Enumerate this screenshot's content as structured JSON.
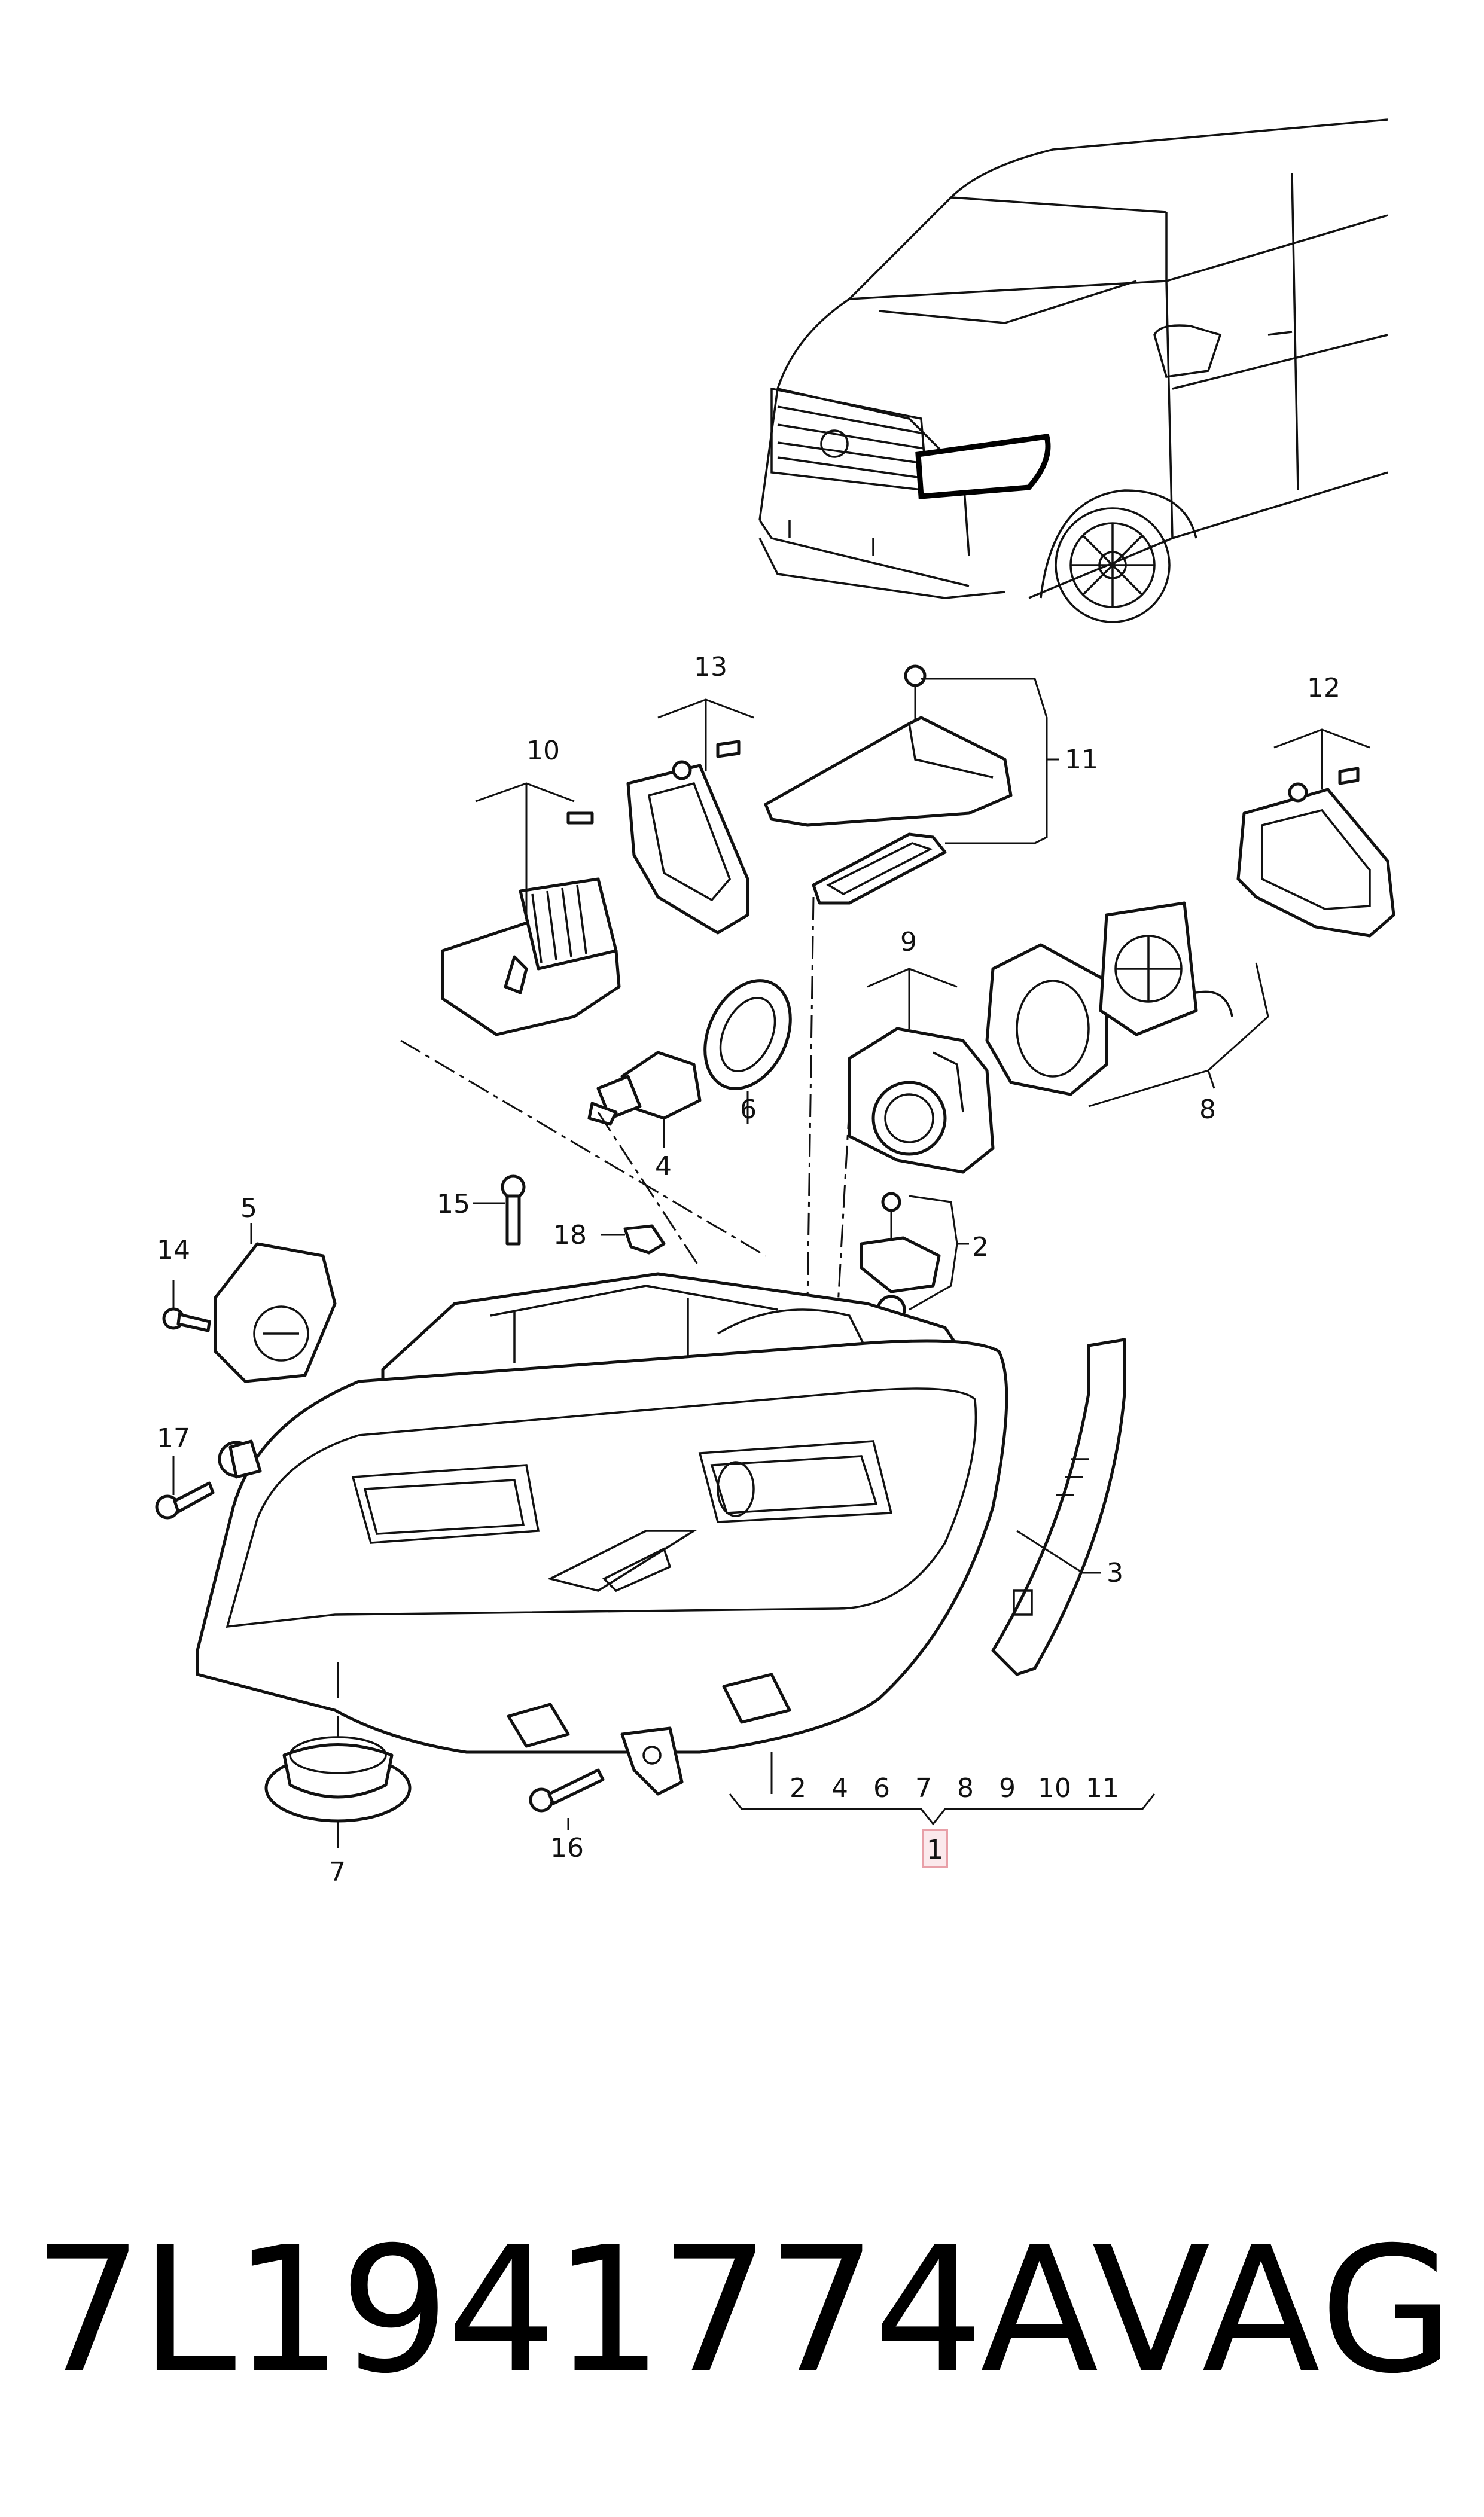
{
  "callouts": {
    "c1": "1",
    "c2": "2",
    "c3": "3",
    "c4": "4",
    "c5": "5",
    "c6": "6",
    "c7": "7",
    "c8": "8",
    "c9": "9",
    "c10": "10",
    "c11": "11",
    "c12": "12",
    "c13": "13",
    "c14": "14",
    "c15": "15",
    "c16": "16",
    "c17": "17",
    "c18": "18"
  },
  "assembly_contents": [
    "2",
    "4",
    "6",
    "7",
    "8",
    "9",
    "10",
    "11"
  ],
  "colors": {
    "line": "#111111",
    "highlight": "#e8a0a8",
    "background": "#ffffff"
  },
  "footer": {
    "part_number": "7L1941774A",
    "brand": "VAG"
  }
}
